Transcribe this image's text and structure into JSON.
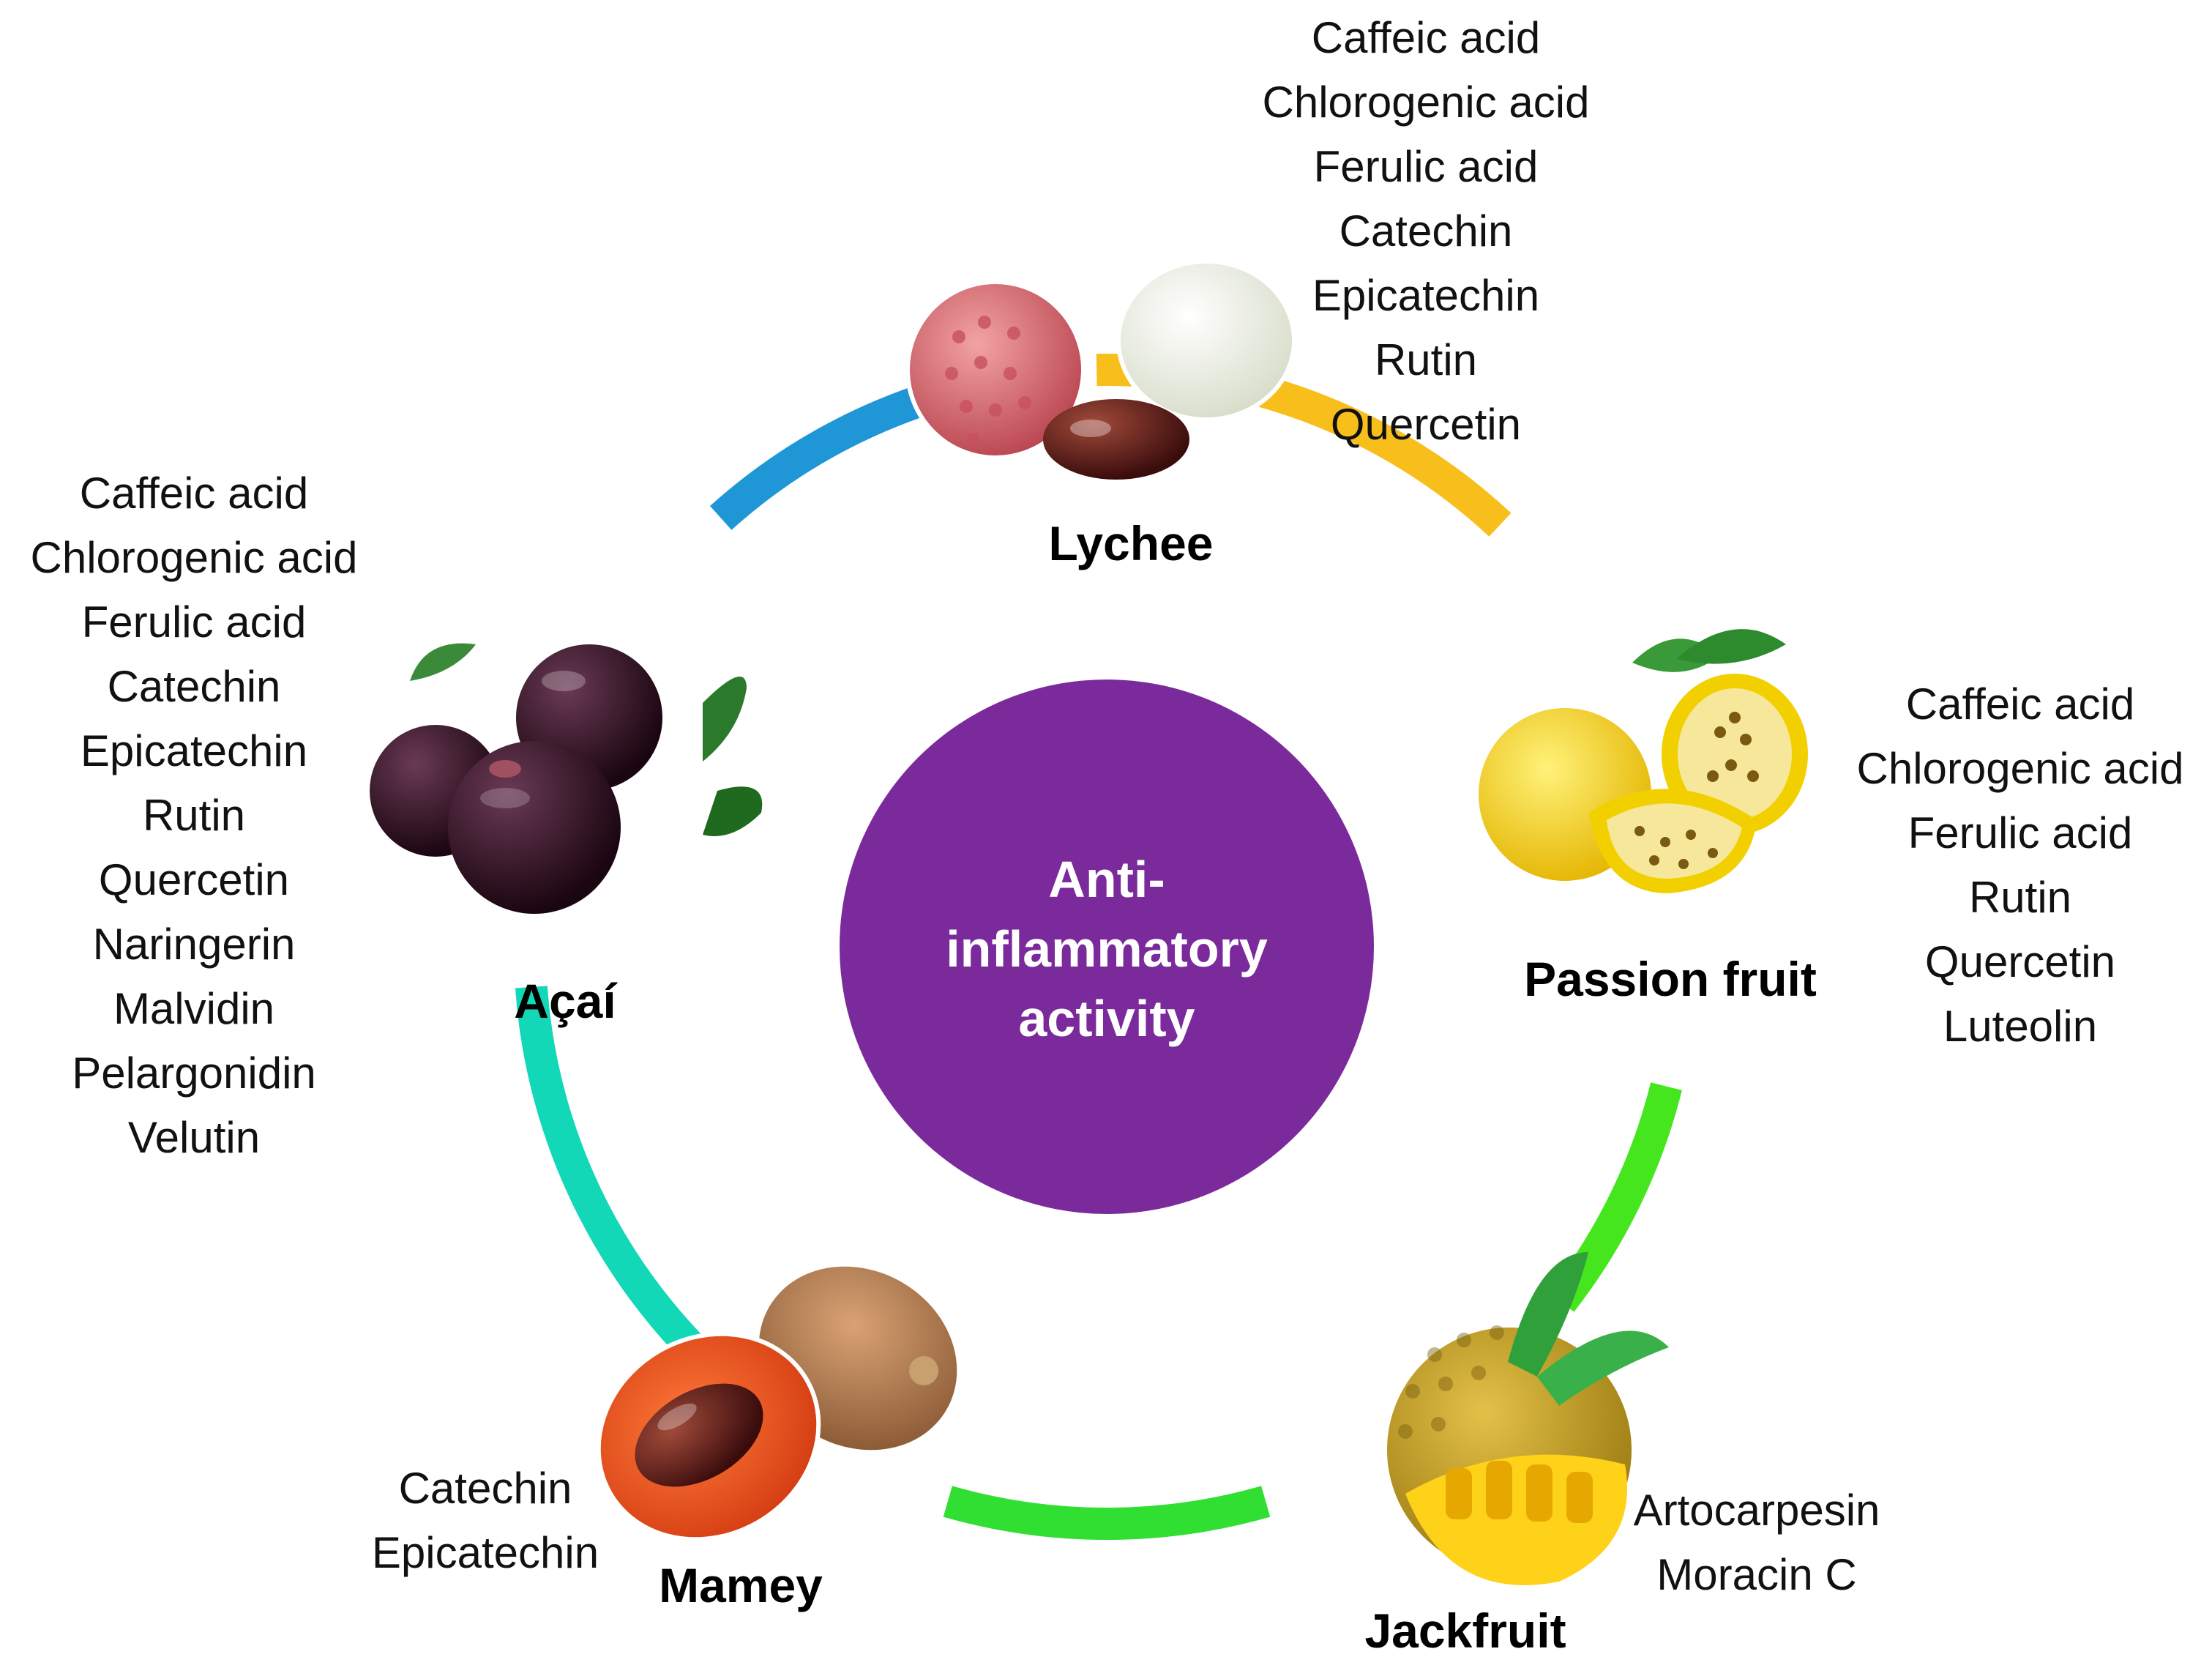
{
  "center": {
    "lines": [
      "Anti-",
      "inflammatory",
      "activity"
    ],
    "color": "#7b2a9c"
  },
  "fruits": [
    {
      "name": "Lychee",
      "arc_color": "#1f97d6",
      "compounds": [
        "Caffeic acid",
        "Chlorogenic acid",
        "Ferulic acid",
        "Catechin",
        "Epicatechin",
        "Rutin",
        "Quercetin"
      ]
    },
    {
      "name": "Passion fruit",
      "arc_color": "#f8bf1c",
      "compounds": [
        "Caffeic acid",
        "Chlorogenic acid",
        "Ferulic acid",
        "Rutin",
        "Quercetin",
        "Luteolin"
      ]
    },
    {
      "name": "Jackfruit",
      "arc_color": "#46e61f",
      "compounds": [
        "Artocarpesin",
        "Moracin C"
      ]
    },
    {
      "name": "Mamey",
      "arc_color": "#31df32",
      "compounds": [
        "Catechin",
        "Epicatechin"
      ]
    },
    {
      "name": "Açaí",
      "arc_color": "#12d8b8",
      "compounds": [
        "Caffeic acid",
        "Chlorogenic acid",
        "Ferulic acid",
        "Catechin",
        "Epicatechin",
        "Rutin",
        "Quercetin",
        "Naringerin",
        "Malvidin",
        "Pelargonidin",
        "Velutin"
      ]
    }
  ],
  "icons": [
    "lychee-icon",
    "passion-fruit-icon",
    "jackfruit-icon",
    "mamey-icon",
    "acai-icon"
  ]
}
